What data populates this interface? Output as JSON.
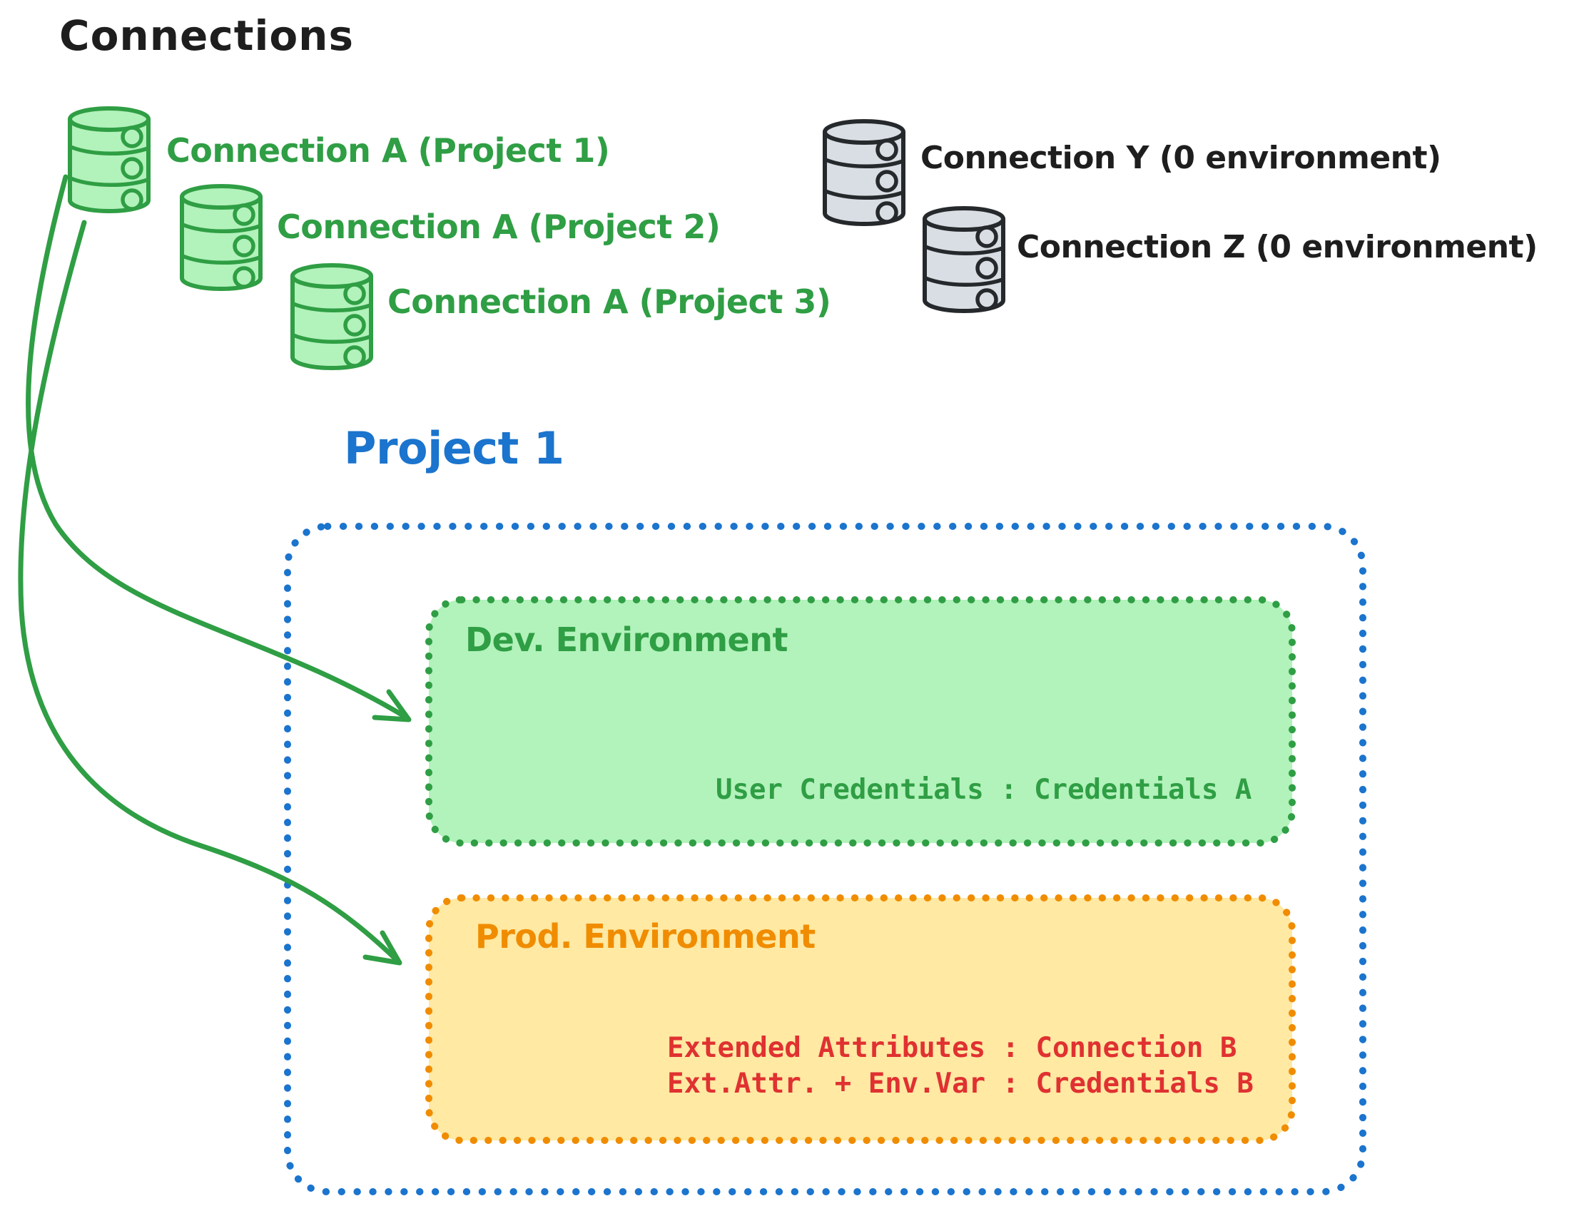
{
  "title": "Connections",
  "green_connections": [
    {
      "label": "Connection A (Project 1)"
    },
    {
      "label": "Connection A (Project 2)"
    },
    {
      "label": "Connection A (Project 3)"
    }
  ],
  "gray_connections": [
    {
      "label": "Connection Y (0 environment)"
    },
    {
      "label": "Connection Z (0 environment)"
    }
  ],
  "project": {
    "title": "Project 1",
    "dev": {
      "title": "Dev. Environment",
      "mapping": "User Credentials : Credentials A"
    },
    "prod": {
      "title": "Prod. Environment",
      "mapping_line1": "Extended Attributes : Connection B",
      "mapping_line2": "Ext.Attr. + Env.Var : Credentials B"
    }
  },
  "colors": {
    "green_stroke": "#2f9e44",
    "green_fill": "#b2f2bb",
    "gray_fill": "#d9dee4",
    "dark_stroke": "#1e1e1e",
    "blue": "#1b74cd",
    "orange_stroke": "#f08c00",
    "yellow_fill": "#ffe9a3",
    "red": "#e03131"
  }
}
